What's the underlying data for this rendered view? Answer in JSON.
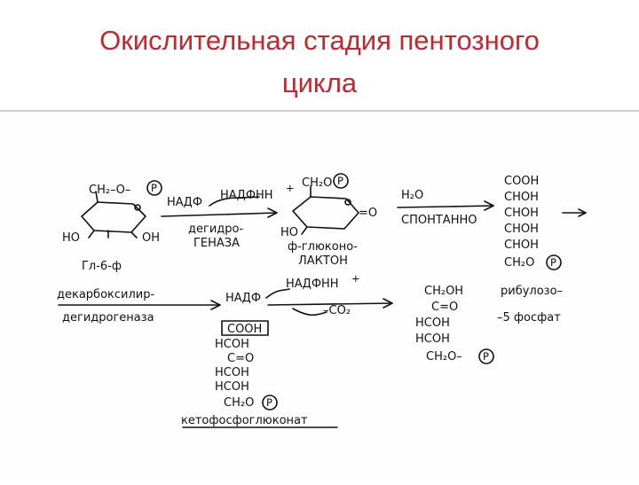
{
  "slide": {
    "title_line1": "Окислительная стадия пентозного",
    "title_line2": "цикла"
  },
  "diagram": {
    "glucose_6p": {
      "ch2": "CH₂–O–",
      "p": "P",
      "ho": "HO",
      "oh": "OH",
      "name": "Гл-6-ф"
    },
    "step1": {
      "cofactor_in": "НАДФ",
      "cofactor_out": "НАДФНН",
      "plus": "+",
      "enzyme_line1": "дегидро-",
      "enzyme_line2": "ГЕНАЗА"
    },
    "lactone": {
      "ch2": "CH₂O",
      "p": "P",
      "ho": "HO",
      "eq_o": "=O",
      "name_line1": "ф-глюконо-",
      "name_line2": "ЛАКТОН"
    },
    "step2": {
      "water": "H₂O",
      "label": "СПОНТАННО"
    },
    "gluconate": {
      "rows": [
        "COOH",
        "CHOH",
        "CHOH",
        "CHOH",
        "CHOH",
        "CH₂O"
      ],
      "p": "P"
    },
    "step3": {
      "enzyme_line1": "декарбоксилир-",
      "enzyme_line2": "дегидрогеназа",
      "cofactor_in": "НАДФ",
      "cofactor_out": "НАДФНН",
      "plus": "+",
      "co2": "–CO₂"
    },
    "ketophosphogluconate": {
      "rows": [
        "COOH",
        "HCOH",
        "C=O",
        "HCOH",
        "HCOH",
        "CH₂O"
      ],
      "p": "P",
      "name": "кетофосфоглюконат"
    },
    "ribulose": {
      "rows": [
        "CH₂OH",
        "C=O",
        "HCOH",
        "HCOH",
        "CH₂O–"
      ],
      "p": "P",
      "name_line1": "рибулозо–",
      "name_line2": "–5 фосфат"
    }
  }
}
